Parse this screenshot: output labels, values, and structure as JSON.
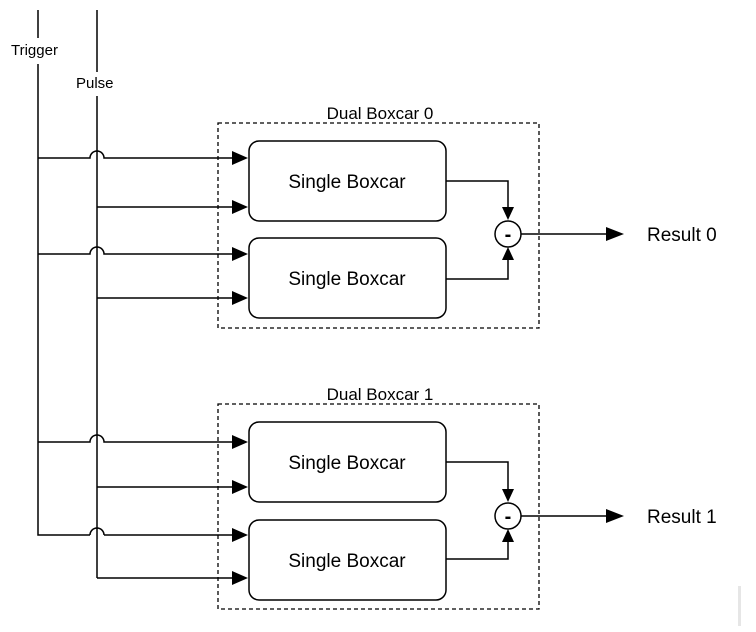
{
  "signals": {
    "trigger": "Trigger",
    "pulse": "Pulse"
  },
  "groups": [
    {
      "title": "Dual Boxcar 0",
      "blocks": [
        "Single Boxcar",
        "Single Boxcar"
      ],
      "operator": "-",
      "output": "Result 0"
    },
    {
      "title": "Dual Boxcar 1",
      "blocks": [
        "Single Boxcar",
        "Single Boxcar"
      ],
      "operator": "-",
      "output": "Result 1"
    }
  ]
}
